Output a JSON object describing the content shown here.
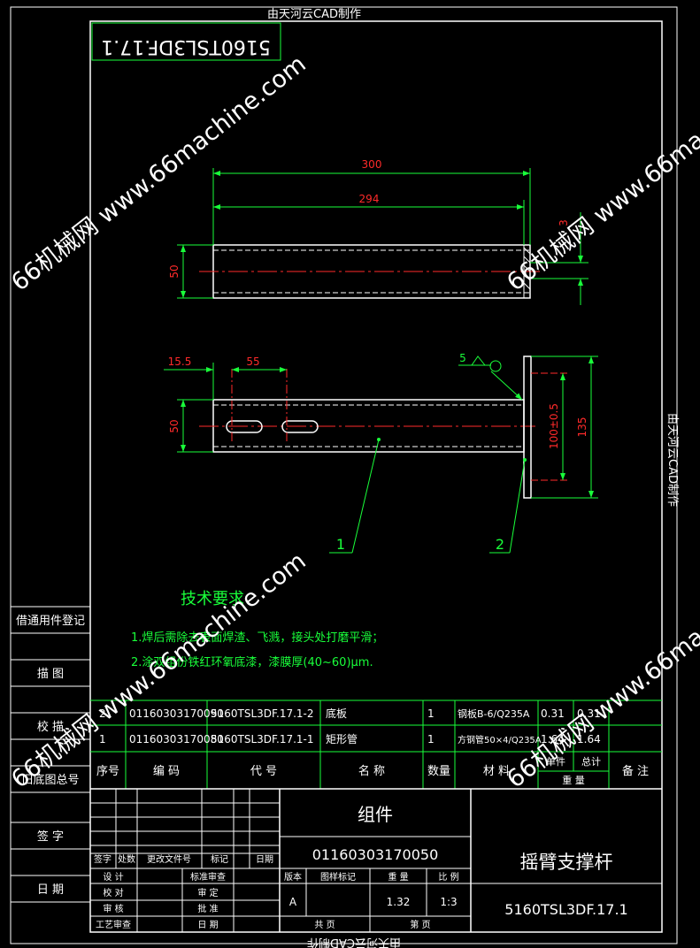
{
  "credit_text": "由天河云CAD制作",
  "drawing_code": "5160TSL3DF.17.1",
  "watermark": "66机械网 www.66machine.com",
  "top_view": {
    "dim_overall": "300",
    "dim_inner": "294",
    "dim_height": "50",
    "dim_right": "3"
  },
  "front_view": {
    "dim_offset": "15.5",
    "dim_pitch": "55",
    "dim_height": "50",
    "weld_size": "5",
    "dim_hole_spacing": "100±0.5",
    "dim_plate_height": "135"
  },
  "balloons": [
    "1",
    "2"
  ],
  "tech": {
    "title": "技术要求",
    "line1": "1.焊后需除去表面焊渣、飞溅，接头处打磨平滑；",
    "line2": "2.涂双组份铁红环氧底漆，漆膜厚(40~60)μm."
  },
  "left_boxes": [
    "借通用件登记",
    "描 图",
    "校 描",
    "旧底图总号",
    "签 字",
    "日 期"
  ],
  "bom": {
    "rows": [
      {
        "no": "2",
        "code": "01160303170090",
        "drawing": "5160TSL3DF.17.1-2",
        "name": "底板",
        "qty": "1",
        "material": "钢板B-6/Q235A",
        "unit_w": "0.31",
        "total_w": "0.31"
      },
      {
        "no": "1",
        "code": "01160303170080",
        "drawing": "5160TSL3DF.17.1-1",
        "name": "矩形管",
        "qty": "1",
        "material": "方钢管50×4/Q235A",
        "unit_w": "1.64",
        "total_w": "1.64"
      }
    ],
    "header": {
      "no": "序号",
      "code": "编 码",
      "drawing": "代 号",
      "name": "名 称",
      "qty": "数量",
      "material": "材 料",
      "single": "单件",
      "total": "总计",
      "weight": "重 量",
      "remark": "备 注"
    }
  },
  "titleblock": {
    "category": "组件",
    "part_code": "01160303170050",
    "part_name": "摇臂支撑杆",
    "drawing_no": "5160TSL3DF.17.1",
    "rev_headers": [
      "标记",
      "处数",
      "更改文件号",
      "签字",
      "日期"
    ],
    "roles_left": [
      "设 计",
      "校 对",
      "审 核",
      "工艺审查"
    ],
    "roles_right": [
      "标准审查",
      "审 定",
      "批 准",
      "日 期"
    ],
    "attr_headers": [
      "版本",
      "图样标记",
      "重 量",
      "比 例"
    ],
    "version": "A",
    "weight": "1.32",
    "scale": "1:3",
    "total_pages_label": "共 页",
    "page_label": "第 页"
  }
}
